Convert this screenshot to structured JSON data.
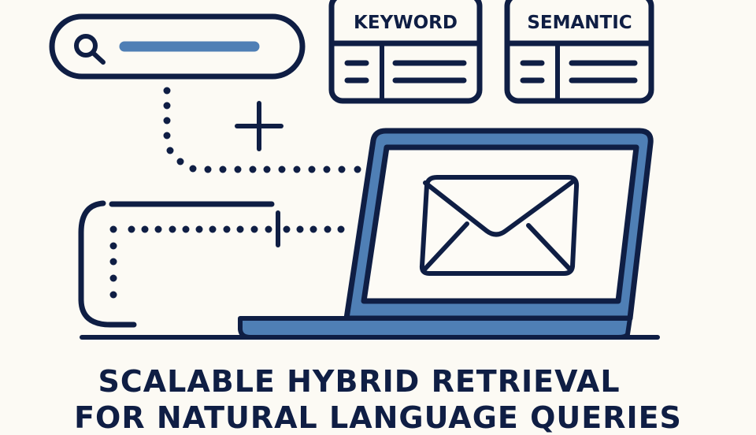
{
  "colors": {
    "background": "#fcfaf4",
    "ink": "#0f1e44",
    "accent": "#4f7fb5",
    "screen": "#fdfbf6"
  },
  "search_bar": {
    "icon": "search-icon",
    "query_placeholder_bar": "blue-line"
  },
  "cards": [
    {
      "label": "KEYWORD"
    },
    {
      "label": "SEMANTIC"
    }
  ],
  "connector": {
    "symbol": "+"
  },
  "laptop": {
    "screen_icon": "envelope-icon"
  },
  "title": {
    "line1": "SCALABLE HYBRID RETRIEVAL",
    "line2": "FOR NATURAL LANGUAGE QUERIES"
  }
}
